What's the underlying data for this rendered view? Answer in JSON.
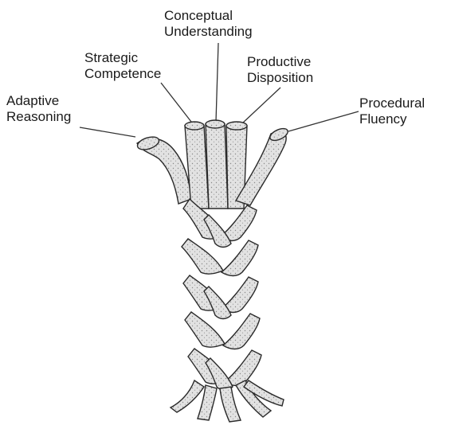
{
  "strands": [
    {
      "id": "conceptual",
      "lines": [
        "Conceptual",
        "Understanding"
      ]
    },
    {
      "id": "strategic",
      "lines": [
        "Strategic",
        "Competence"
      ]
    },
    {
      "id": "productive",
      "lines": [
        "Productive",
        "Disposition"
      ]
    },
    {
      "id": "adaptive",
      "lines": [
        "Adaptive",
        "Reasoning"
      ]
    },
    {
      "id": "procedural",
      "lines": [
        "Procedural",
        "Fluency"
      ]
    }
  ],
  "colors": {
    "rope_fill": "#d9d9d9",
    "rope_stroke": "#2a2a2a",
    "leader_line": "#333333"
  }
}
